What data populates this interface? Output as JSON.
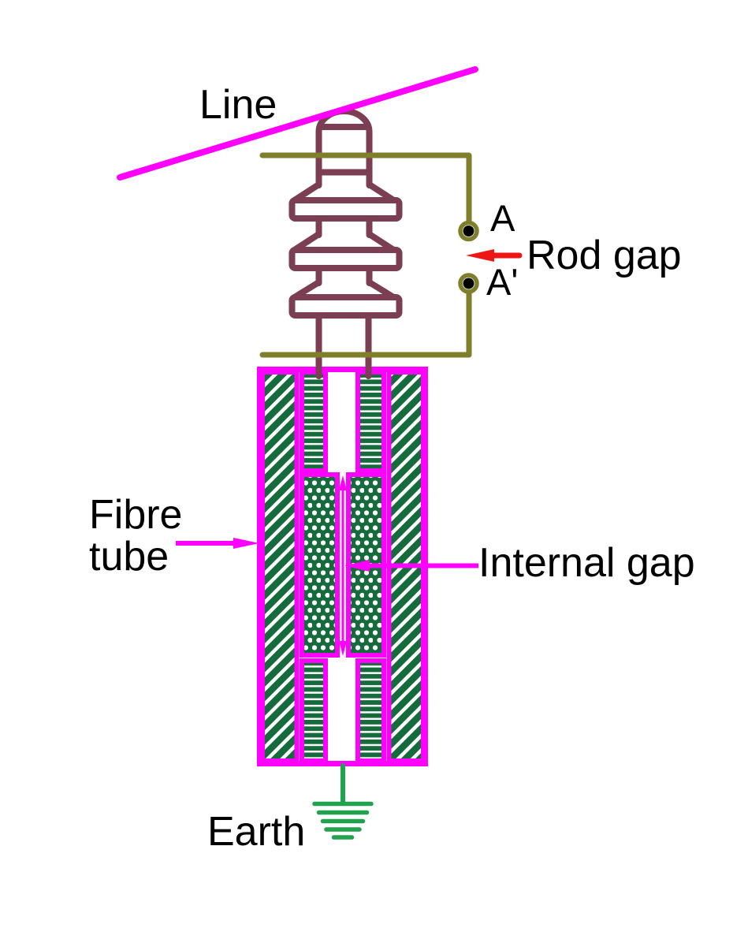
{
  "labels": {
    "line": "Line",
    "terminal_a": "A",
    "terminal_a_prime": "A'",
    "rod_gap": "Rod gap",
    "fibre_tube": [
      "Fibre",
      "tube"
    ],
    "internal_gap": "Internal gap",
    "earth": "Earth"
  },
  "colors": {
    "line_magenta": "#ff00ff",
    "insulator_maroon": "#7b3e52",
    "wire_olive": "#7e7e2b",
    "component_green": "#156b3b",
    "earth_green": "#21a24e",
    "arrow_red": "#ee1515",
    "label_black": "#000000",
    "background_white": "#ffffff"
  }
}
